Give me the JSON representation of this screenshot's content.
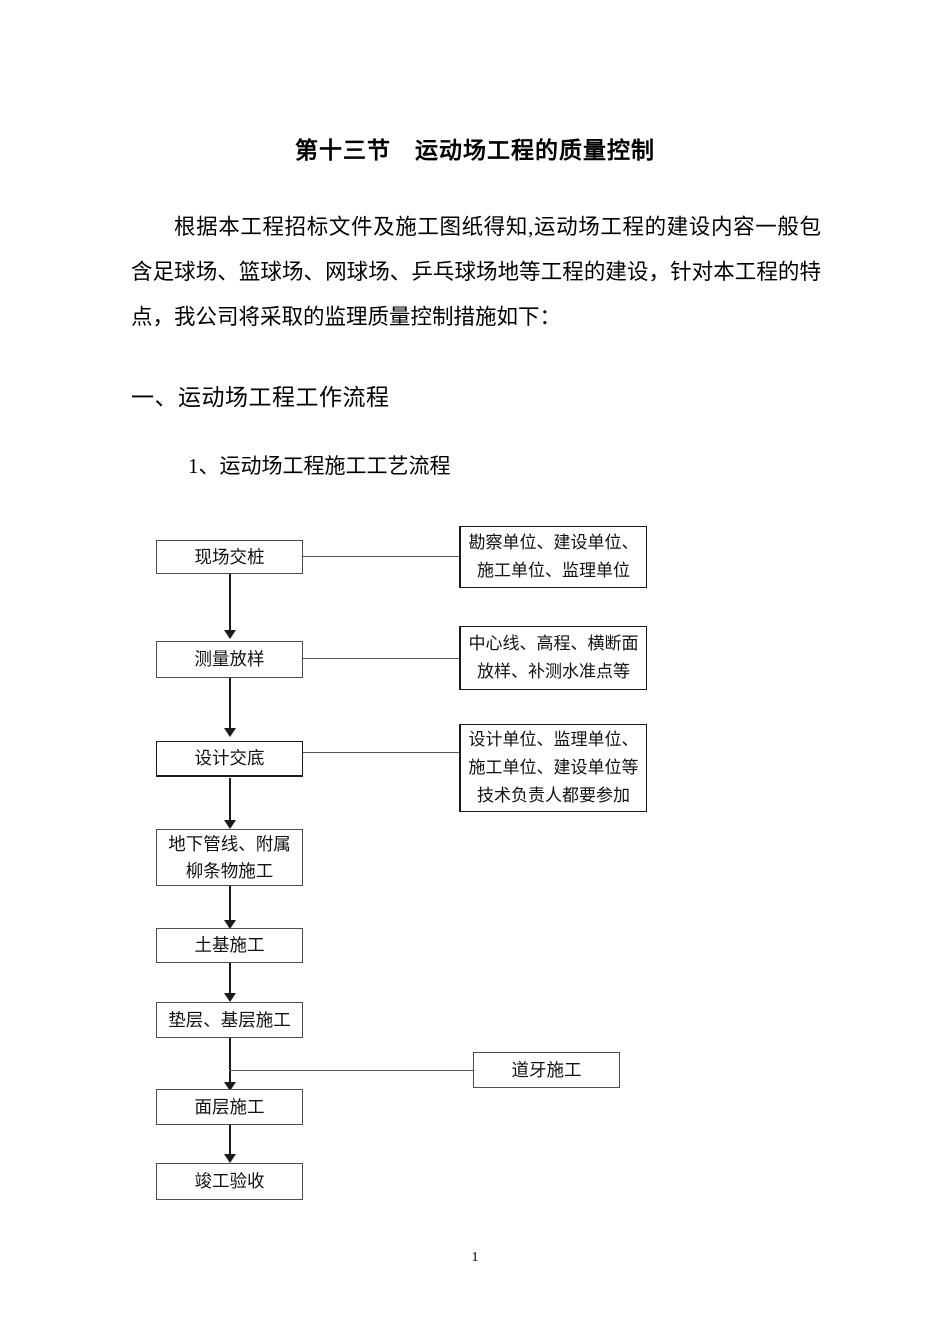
{
  "document": {
    "title": "第十三节　运动场工程的质量控制",
    "paragraph": "根据本工程招标文件及施工图纸得知,运动场工程的建设内容一般包含足球场、篮球场、网球场、乒乓球场地等工程的建设，针对本工程的特点，我公司将采取的监理质量控制措施如下：",
    "heading_1": "一、运动场工程工作流程",
    "heading_2": "1、运动场工程施工工艺流程",
    "page_number": "1"
  },
  "flowchart": {
    "main_nodes": [
      {
        "id": "site-handover",
        "label": "现场交桩"
      },
      {
        "id": "survey-setout",
        "label": "测量放样"
      },
      {
        "id": "design-disclosure",
        "label": "设计交底"
      },
      {
        "id": "underground-pipeline",
        "label": "地下管线、附属\n柳条物施工"
      },
      {
        "id": "subgrade-construction",
        "label": "土基施工"
      },
      {
        "id": "base-course-construction",
        "label": "垫层、基层施工"
      },
      {
        "id": "surface-course-construction",
        "label": "面层施工"
      },
      {
        "id": "completion-acceptance",
        "label": "竣工验收"
      }
    ],
    "side_nodes": [
      {
        "id": "site-handover-parties",
        "label": "勘察单位、建设单位、\n施工单位、监理单位"
      },
      {
        "id": "survey-setout-items",
        "label": "中心线、高程、横断面\n放样、补测水准点等"
      },
      {
        "id": "design-disclosure-parties",
        "label": "设计单位、监理单位、\n施工单位、建设单位等\n技术负责人都要参加"
      },
      {
        "id": "curb-construction",
        "label": "道牙施工"
      }
    ]
  }
}
